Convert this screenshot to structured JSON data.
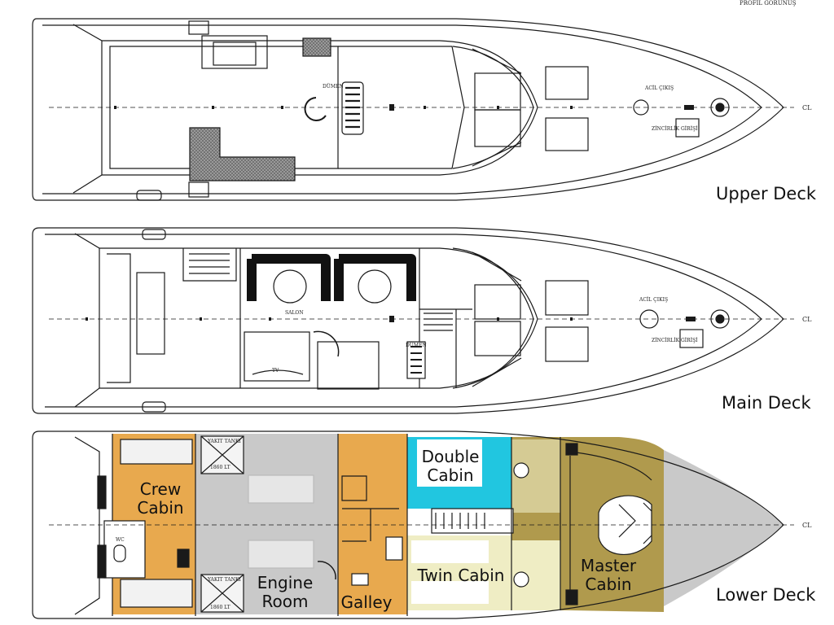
{
  "header": {
    "view_note": "PROFİL GÖRÜNÜŞ"
  },
  "decks": [
    {
      "label": "Upper Deck"
    },
    {
      "label": "Main Deck"
    },
    {
      "label": "Lower Deck"
    }
  ],
  "rooms": {
    "crew_cabin": "Crew\nCabin",
    "engine_room": "Engine\nRoom",
    "galley": "Galley",
    "double_cabin": "Double\nCabin",
    "twin_cabin": "Twin Cabin",
    "master_cabin": "Master\nCabin"
  },
  "plan_notes": {
    "centerline": "CL",
    "helm": "DÜMEN",
    "salon": "SALON",
    "hatch": "ACİL ÇIKIŞ",
    "chain_locker": "ZİNCİRLİK GİRİŞİ",
    "fuel_tank": "YAKIT TANKI",
    "fuel_capacity": "1860 LT",
    "wc": "WC",
    "tv": "TV"
  },
  "colors": {
    "orange": "#e8a94e",
    "cyan": "#21c6e0",
    "olive": "#b09a4d",
    "cream": "#efedc4",
    "grey": "#c9c9c9",
    "line": "#1a1a1a"
  }
}
